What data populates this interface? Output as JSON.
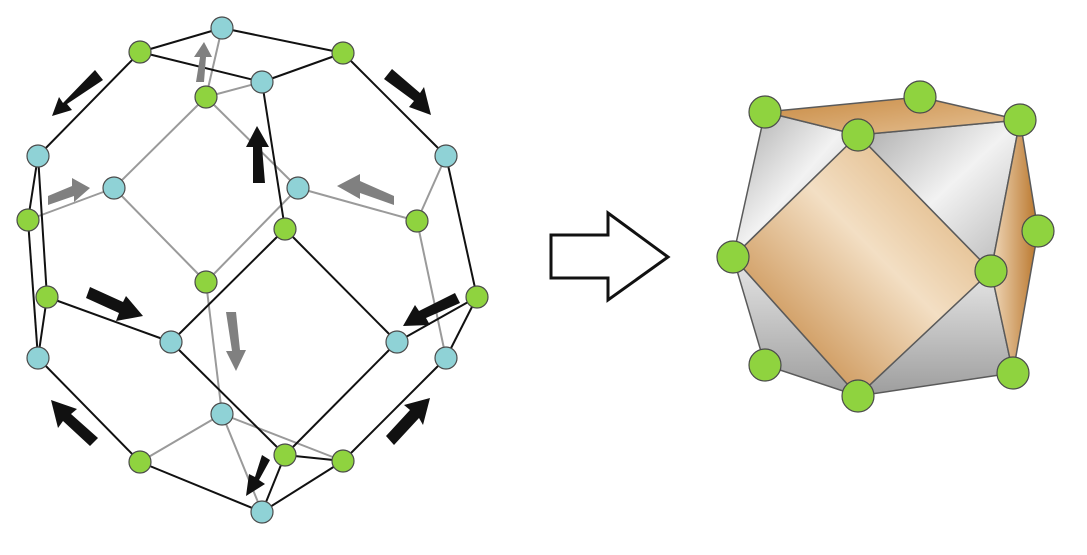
{
  "colors": {
    "background": "#ffffff",
    "edge_front": "#111111",
    "edge_back": "#9a9a9a",
    "atom_green": "#8fd33f",
    "atom_cyan": "#8fd2d6",
    "arrow_black": "#111111",
    "arrow_gray": "#808080",
    "face_brown": "#c07a2a",
    "face_gray": "#c8c8c8"
  },
  "left_figure": {
    "front_atom_labels": [
      {
        "name": "atom-top",
        "color": "cyan"
      },
      {
        "name": "atom-upper-left",
        "color": "green"
      },
      {
        "name": "atom-upper-right",
        "color": "green"
      },
      {
        "name": "atom-upper-center",
        "color": "cyan"
      },
      {
        "name": "atom-left-1",
        "color": "cyan"
      },
      {
        "name": "atom-left-2",
        "color": "green"
      },
      {
        "name": "atom-left-3",
        "color": "green"
      },
      {
        "name": "atom-left-4",
        "color": "cyan"
      },
      {
        "name": "atom-right-1",
        "color": "cyan"
      },
      {
        "name": "atom-right-2",
        "color": "green"
      },
      {
        "name": "atom-right-3",
        "color": "cyan"
      },
      {
        "name": "atom-center",
        "color": "green"
      },
      {
        "name": "atom-mid-left",
        "color": "cyan"
      },
      {
        "name": "atom-mid-right",
        "color": "cyan"
      },
      {
        "name": "atom-lower-left",
        "color": "green"
      },
      {
        "name": "atom-lower-center",
        "color": "green"
      },
      {
        "name": "atom-lower-right",
        "color": "green"
      },
      {
        "name": "atom-bottom",
        "color": "cyan"
      }
    ]
  },
  "transform_arrow": {
    "direction": "right"
  },
  "right_figure": {
    "shape": "cuboctahedron"
  }
}
